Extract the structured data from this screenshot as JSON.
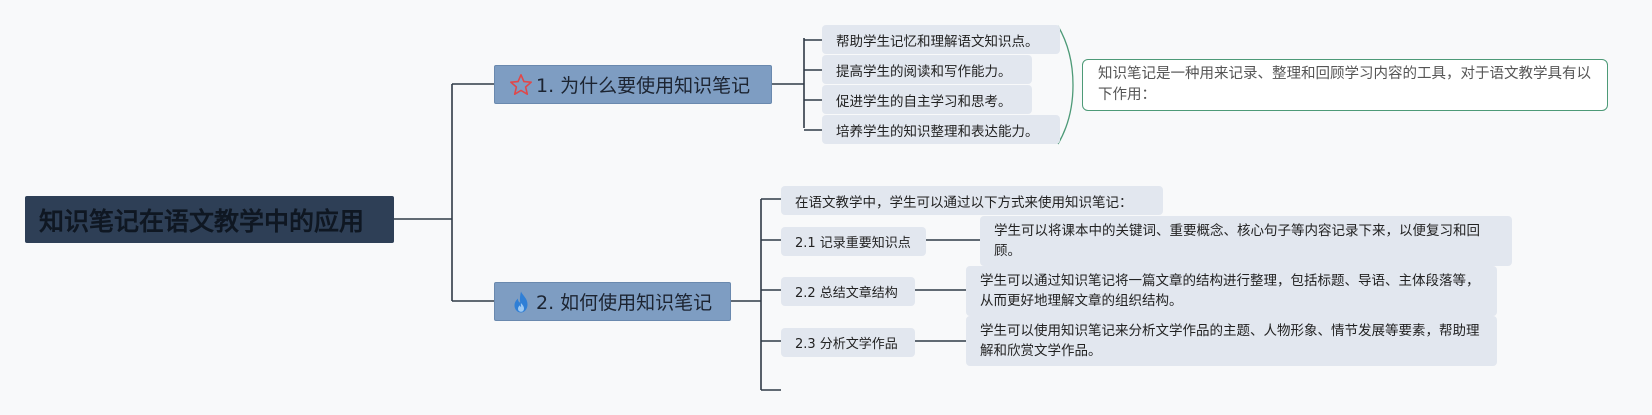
{
  "root": {
    "title": "知识笔记在语文教学中的应用"
  },
  "branch1": {
    "title": "1. 为什么要使用知识笔记",
    "icon": "star-icon",
    "items": [
      "帮助学生记忆和理解语文知识点。",
      "提高学生的阅读和写作能力。",
      "促进学生的自主学习和思考。",
      "培养学生的知识整理和表达能力。"
    ],
    "note": "知识笔记是一种用来记录、整理和回顾学习内容的工具，对于语文教学具有以下作用："
  },
  "branch2": {
    "title": "2. 如何使用知识笔记",
    "icon": "fire-icon",
    "intro": "在语文教学中，学生可以通过以下方式来使用知识笔记：",
    "methods": [
      {
        "label": "2.1 记录重要知识点",
        "detail": "学生可以将课本中的关键词、重要概念、核心句子等内容记录下来，以便复习和回顾。"
      },
      {
        "label": "2.2 总结文章结构",
        "detail": "学生可以通过知识笔记将一篇文章的结构进行整理，包括标题、导语、主体段落等，从而更好地理解文章的组织结构。"
      },
      {
        "label": "2.3 分析文学作品",
        "detail": "学生可以使用知识笔记来分析文学作品的主题、人物形象、情节发展等要素，帮助理解和欣赏文学作品。"
      }
    ]
  },
  "colors": {
    "root_bg": "#2e3f56",
    "branch_bg": "#7e9dc2",
    "leaf_bg": "#e2e7ef",
    "connector": "#2f3a46",
    "note_border": "#4d9a77",
    "star": "#e0484a",
    "fire": "#2f7fd6"
  }
}
